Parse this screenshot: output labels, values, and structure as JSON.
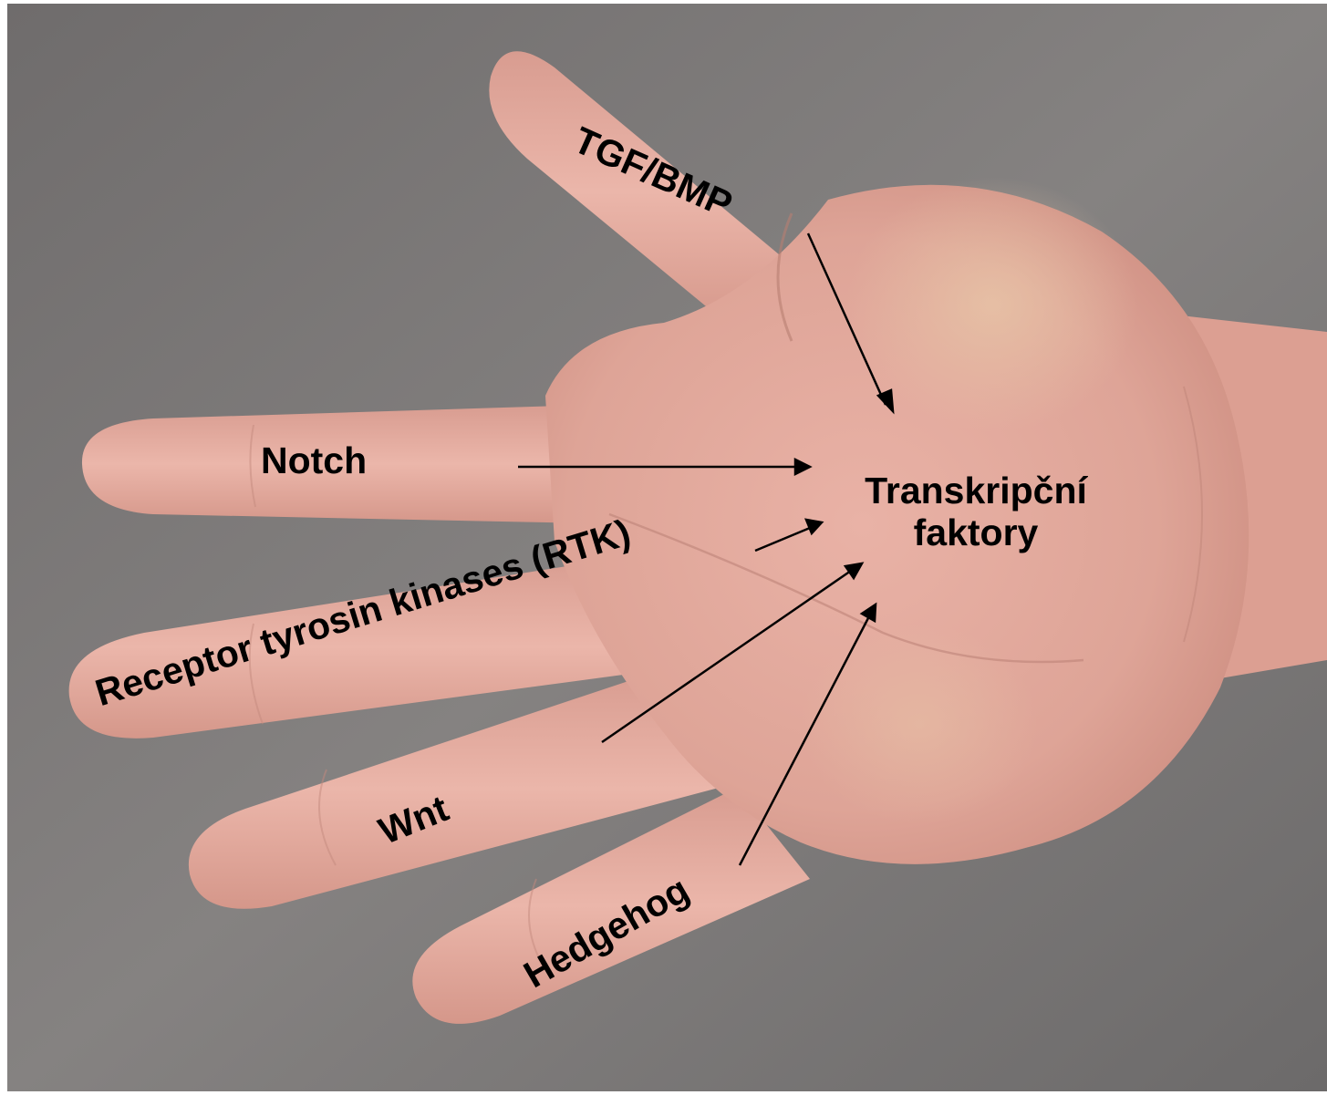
{
  "target": {
    "line1": "Transkripční",
    "line2": "faktory"
  },
  "pathways": [
    {
      "id": "tgf",
      "label": "TGF/BMP"
    },
    {
      "id": "notch",
      "label": "Notch"
    },
    {
      "id": "rtk",
      "label": "Receptor tyrosin kinases (RTK)"
    },
    {
      "id": "wnt",
      "label": "Wnt"
    },
    {
      "id": "hedgehog",
      "label": "Hedgehog"
    }
  ],
  "colors": {
    "background": "#7b7877",
    "skin": "#e2a99c",
    "text": "#000000",
    "arrow": "#000000"
  }
}
